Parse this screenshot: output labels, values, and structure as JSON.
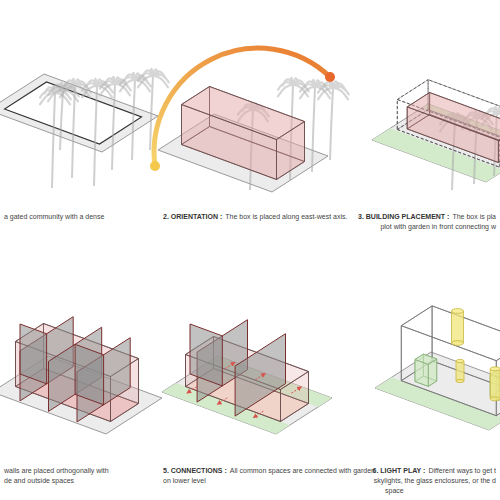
{
  "diagram": {
    "labels": [
      "a gated community with a dense",
      "2. ORIENTATION :",
      "The box is placed along east-west axis.",
      "3. BUILDING PLACEMENT :",
      "The box is pla",
      "plot with garden in front connecting w",
      "walls are placed orthogonally with",
      "de and outside spaces",
      "5. CONNECTIONS :",
      "All common spaces are connected with garden",
      "on lower level",
      "6. LIGHT PLAY :",
      "Different ways to get t",
      "skylights, the glass enclosures, or the d",
      "space"
    ]
  }
}
